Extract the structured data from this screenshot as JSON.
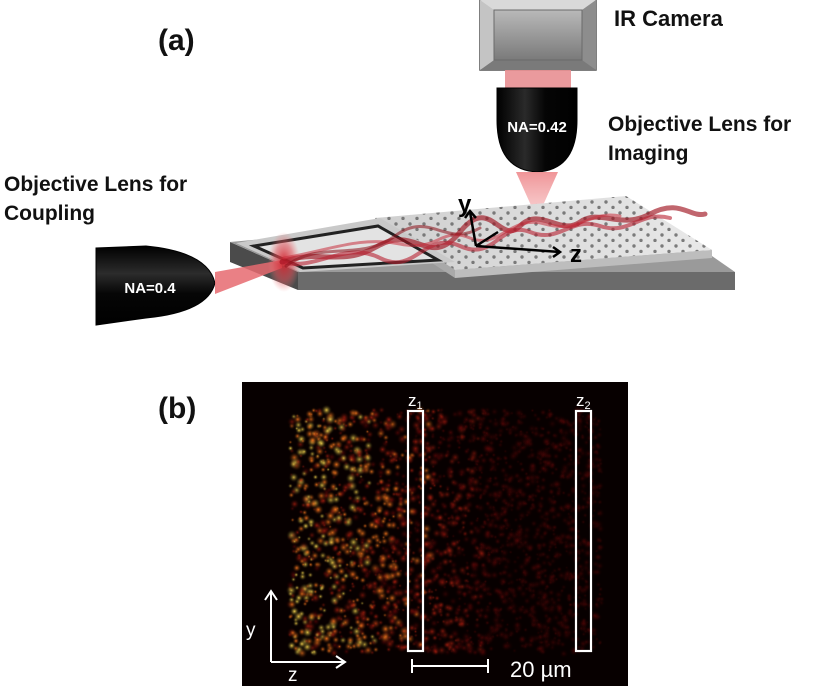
{
  "panel_a": {
    "label": "(a)",
    "camera_label": "IR Camera",
    "imaging_lens": {
      "line1": "Objective Lens for",
      "line2": "Imaging",
      "na": "NA=0.42"
    },
    "coupling_lens": {
      "line1": "Objective Lens for",
      "line2": "Coupling",
      "na": "NA=0.4"
    },
    "axes": {
      "y": "y",
      "z": "z"
    }
  },
  "panel_b": {
    "label": "(b)",
    "z1": {
      "base": "z",
      "sub": "1"
    },
    "z2": {
      "base": "z",
      "sub": "2"
    },
    "axis_y": "y",
    "axis_z": "z",
    "scalebar": "20 µm"
  },
  "colors": {
    "beam": "#e8888a",
    "waveguide_light": "#b01818",
    "lens": "#0d0d0d",
    "speckle_dark": "#2a0000",
    "speckle_bright": "#ffd23a"
  }
}
